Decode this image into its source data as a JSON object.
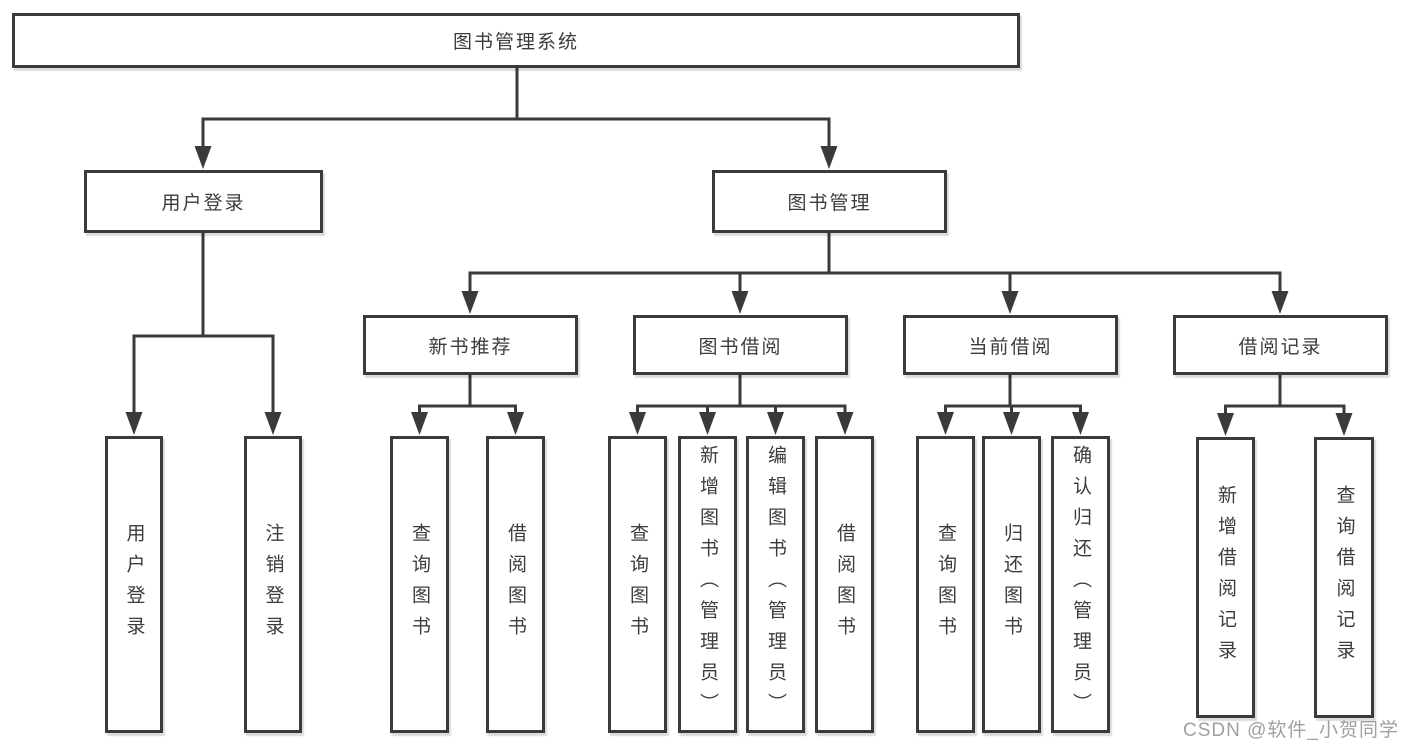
{
  "diagram": {
    "root": {
      "label": "图书管理系统"
    },
    "level2": [
      {
        "label": "用户登录"
      },
      {
        "label": "图书管理"
      }
    ],
    "level3": [
      {
        "label": "新书推荐"
      },
      {
        "label": "图书借阅"
      },
      {
        "label": "当前借阅"
      },
      {
        "label": "借阅记录"
      }
    ],
    "user_login_children": [
      {
        "label": "用户登录"
      },
      {
        "label": "注销登录"
      }
    ],
    "new_book_children": [
      {
        "label": "查询图书"
      },
      {
        "label": "借阅图书"
      }
    ],
    "book_borrow_children": [
      {
        "label": "查询图书"
      },
      {
        "label": "新增图书（管理员）"
      },
      {
        "label": "编辑图书（管理员）"
      },
      {
        "label": "借阅图书"
      }
    ],
    "current_borrow_children": [
      {
        "label": "查询图书"
      },
      {
        "label": "归还图书"
      },
      {
        "label": "确认归还（管理员）"
      }
    ],
    "borrow_record_children": [
      {
        "label": "新增借阅记录"
      },
      {
        "label": "查询借阅记录"
      }
    ],
    "watermark": "CSDN @软件_小贺同学",
    "colors": {
      "line": "#3a3a3a",
      "text": "#3c3c3c",
      "watermark": "#a0a0a0",
      "background": "#ffffff"
    }
  }
}
